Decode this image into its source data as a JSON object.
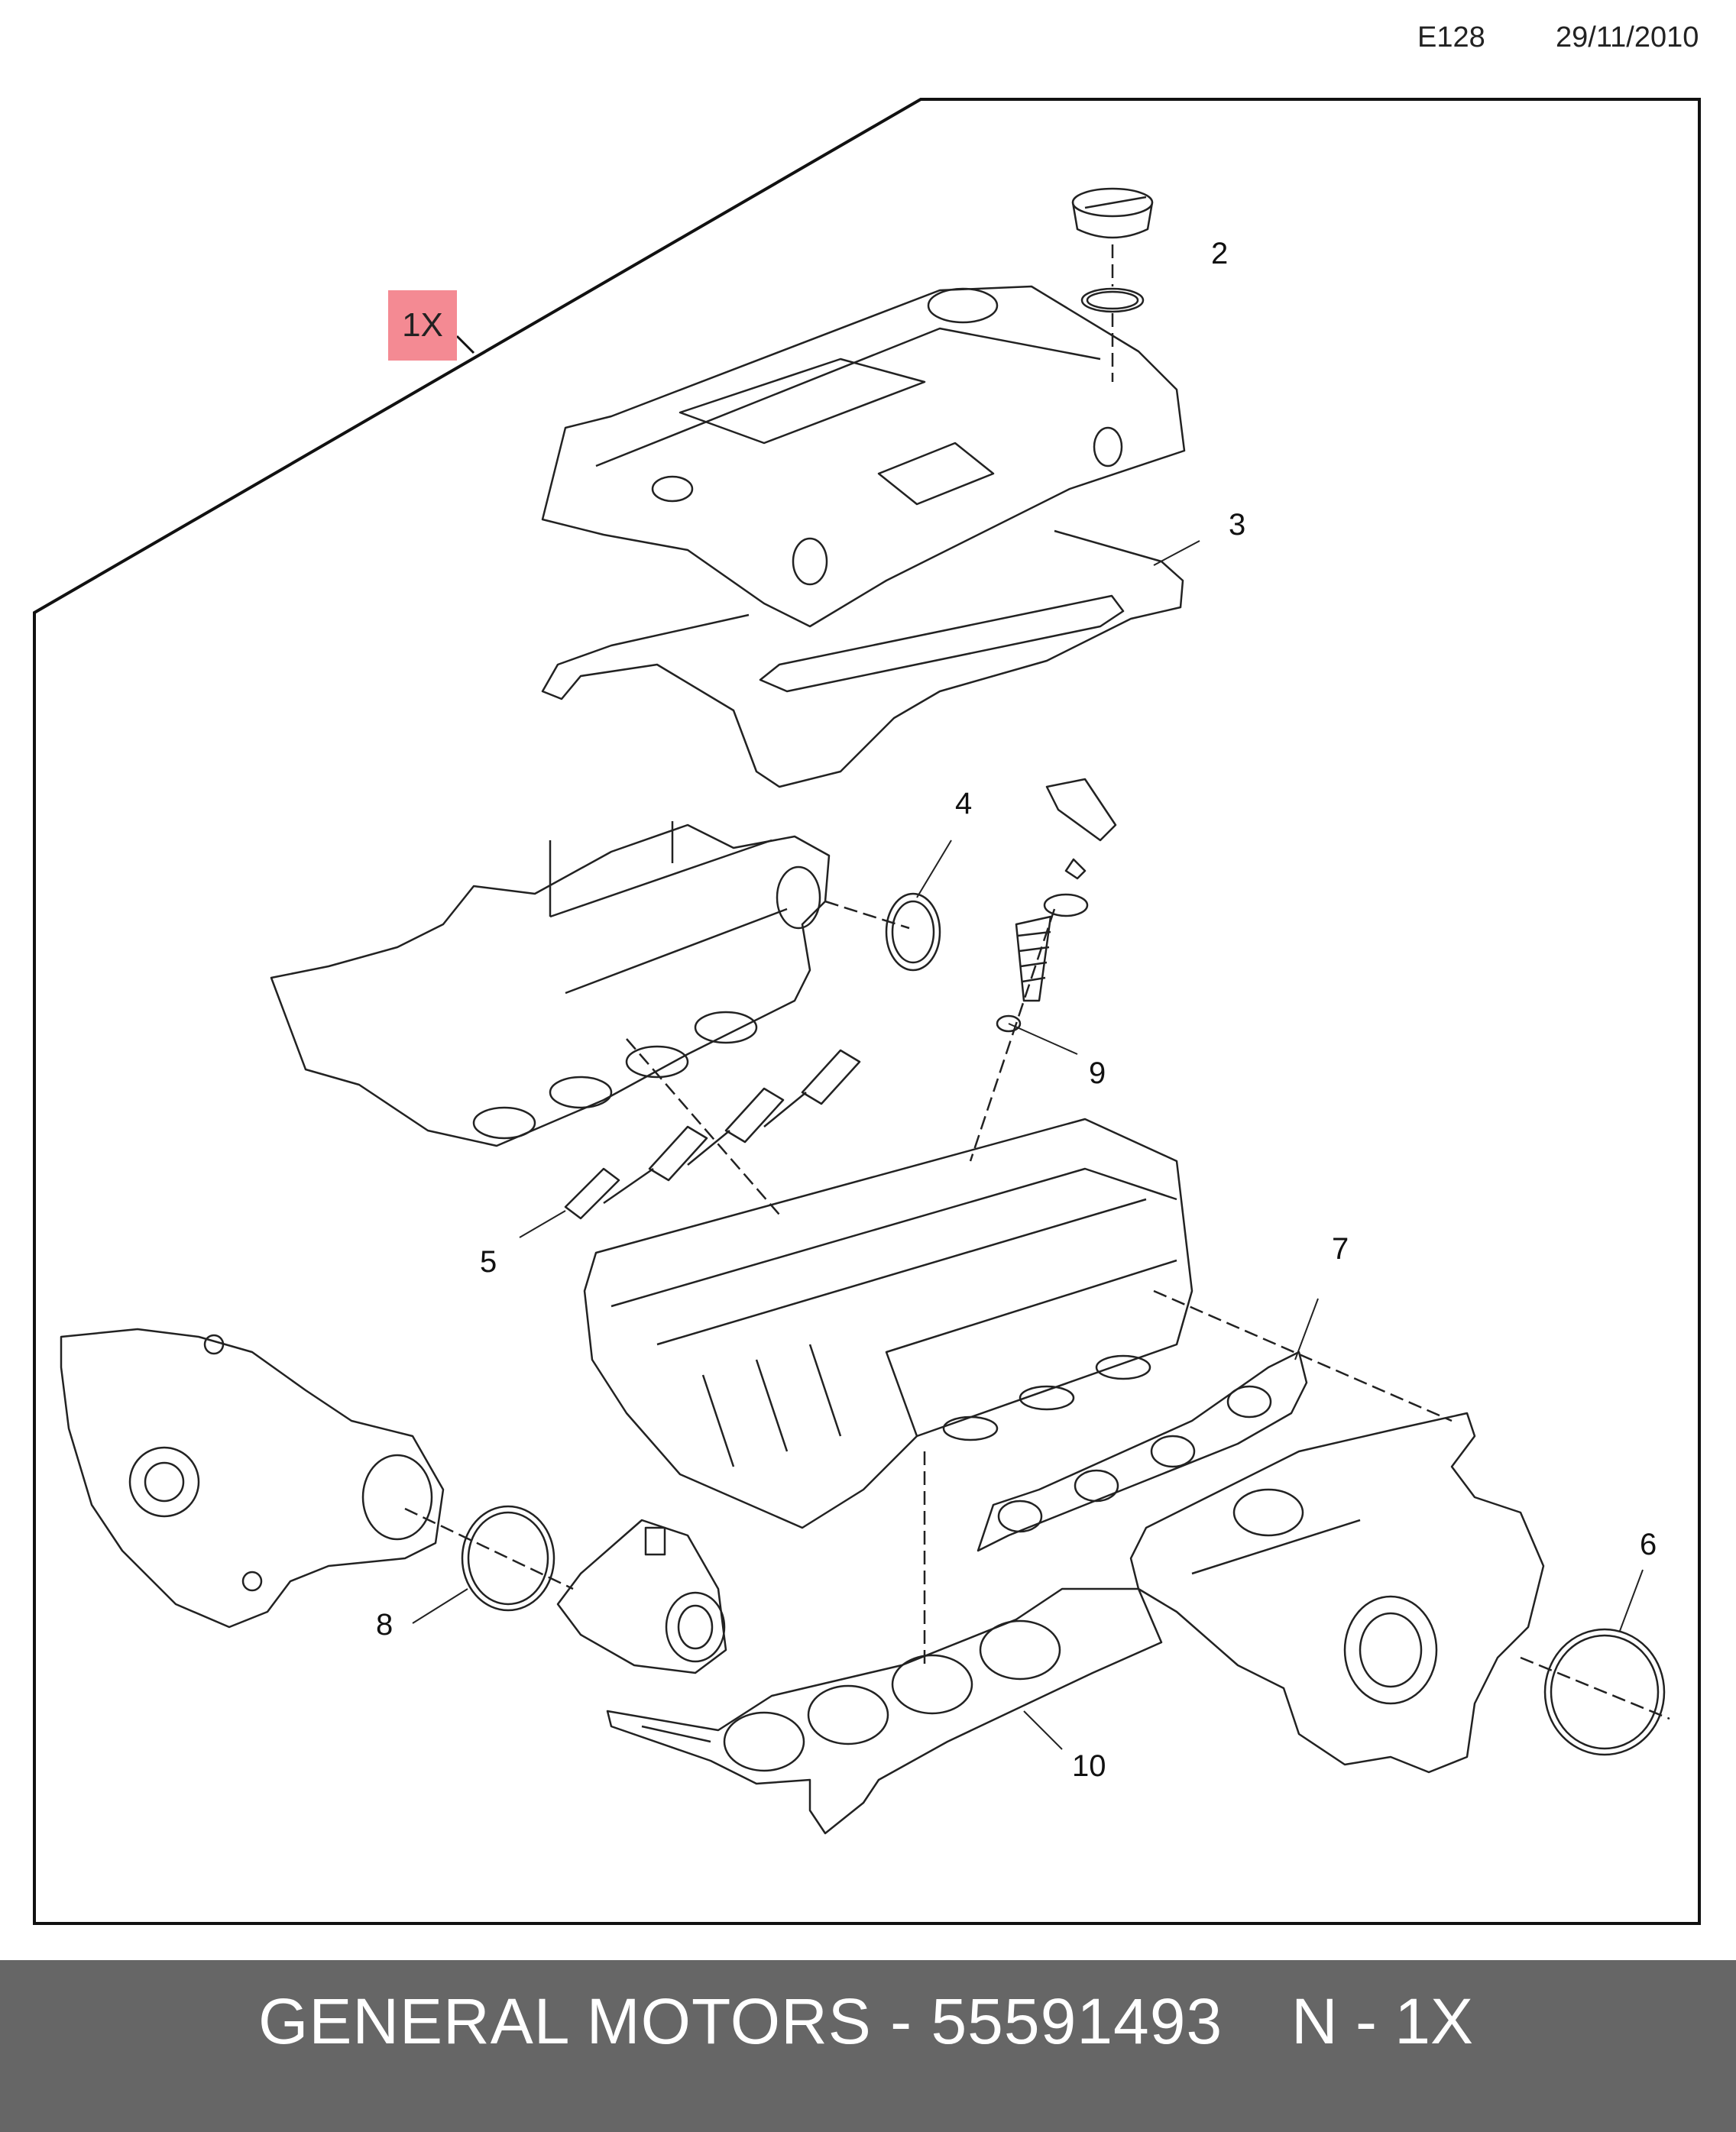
{
  "header": {
    "code": "E128",
    "date": "29/11/2010"
  },
  "kit_label": "1X",
  "callouts": [
    "2",
    "3",
    "4",
    "5",
    "6",
    "7",
    "8",
    "9",
    "10"
  ],
  "footer": {
    "part": "GENERAL MOTORS - 55591493",
    "quantity": "N - 1X"
  },
  "colors": {
    "kit_highlight": "#f48a93",
    "footer_bg": "#666666",
    "footer_text": "#ffffff"
  }
}
